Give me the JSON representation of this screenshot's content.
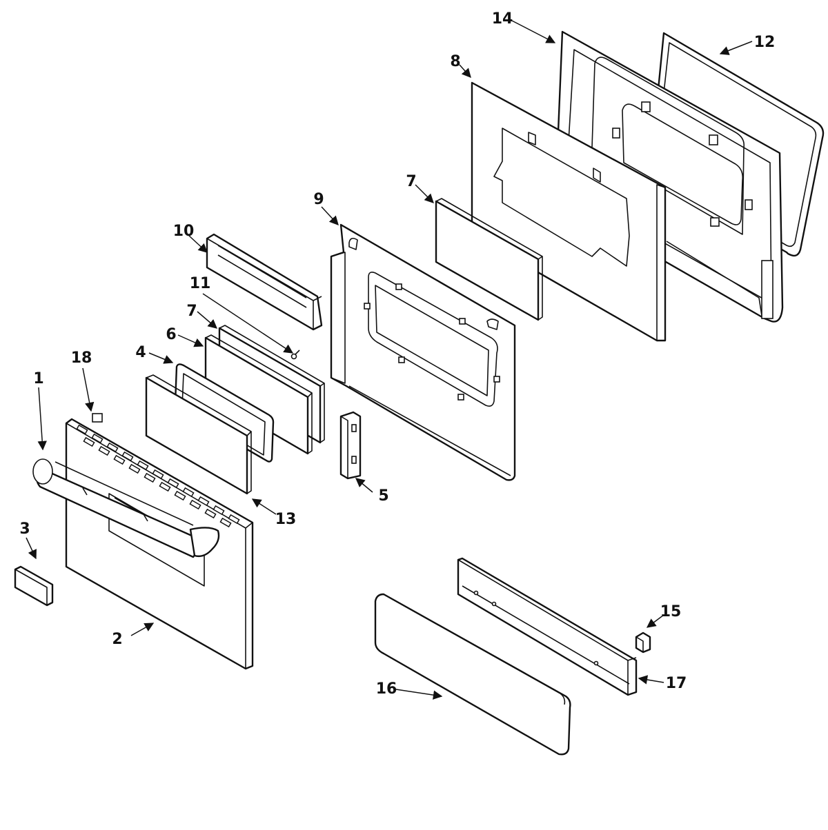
{
  "diagram": {
    "labels": [
      {
        "id": "1",
        "text": "1"
      },
      {
        "id": "2",
        "text": "2"
      },
      {
        "id": "3",
        "text": "3"
      },
      {
        "id": "4",
        "text": "4"
      },
      {
        "id": "5",
        "text": "5"
      },
      {
        "id": "6",
        "text": "6"
      },
      {
        "id": "7a",
        "text": "7"
      },
      {
        "id": "7b",
        "text": "7"
      },
      {
        "id": "8",
        "text": "8"
      },
      {
        "id": "9",
        "text": "9"
      },
      {
        "id": "10",
        "text": "10"
      },
      {
        "id": "11",
        "text": "11"
      },
      {
        "id": "12",
        "text": "12"
      },
      {
        "id": "13",
        "text": "13"
      },
      {
        "id": "14",
        "text": "14"
      },
      {
        "id": "15",
        "text": "15"
      },
      {
        "id": "16",
        "text": "16"
      },
      {
        "id": "17",
        "text": "17"
      },
      {
        "id": "18",
        "text": "18"
      }
    ]
  }
}
